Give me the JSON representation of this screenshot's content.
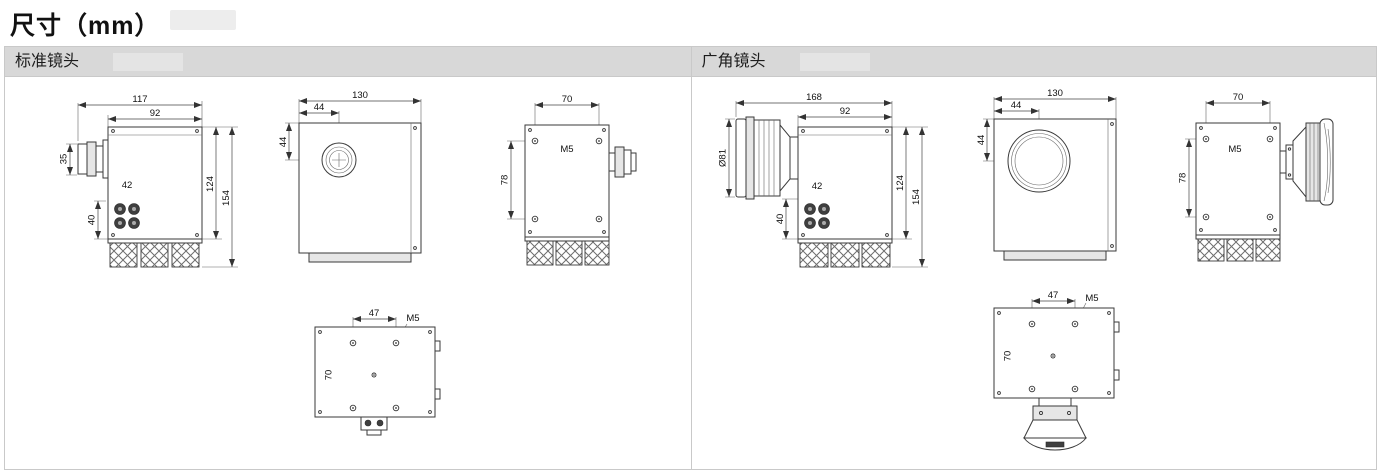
{
  "title": "尺寸（mm）",
  "panels": {
    "standard": {
      "title": "标准镜头",
      "side": {
        "total_width": "117",
        "body_width": "92",
        "lens_height": "35",
        "connector_width": "42",
        "connector_height": "40",
        "body_height": "124",
        "total_height": "154"
      },
      "front": {
        "width": "130",
        "lens_offset_x": "44",
        "lens_offset_y": "44"
      },
      "rear": {
        "hole_span_x": "70",
        "thread": "M5",
        "hole_span_y": "78"
      },
      "bottom": {
        "hole_span_x": "47",
        "thread": "M5",
        "hole_span_y": "70"
      }
    },
    "wide": {
      "title": "广角镜头",
      "side": {
        "total_width": "168",
        "body_width": "92",
        "lens_diameter": "Ø81",
        "connector_width": "42",
        "connector_height": "40",
        "body_height": "124",
        "total_height": "154"
      },
      "front": {
        "width": "130",
        "lens_offset_x": "44",
        "lens_offset_y": "44"
      },
      "rear": {
        "hole_span_x": "70",
        "thread": "M5",
        "hole_span_y": "78"
      },
      "bottom": {
        "hole_span_x": "47",
        "thread": "M5",
        "hole_span_y": "70"
      }
    }
  }
}
